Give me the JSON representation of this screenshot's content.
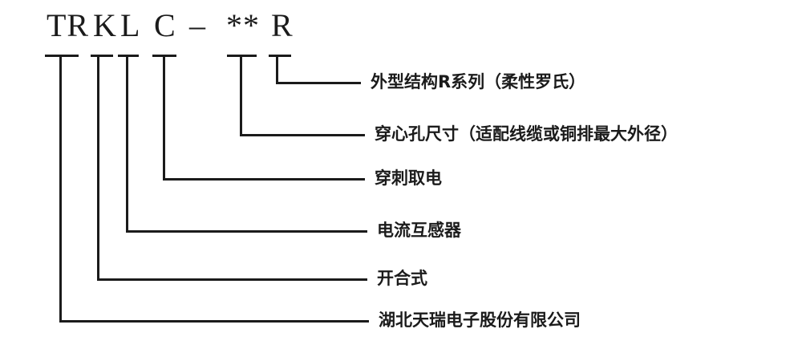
{
  "code": {
    "tr": "TR",
    "k": "K",
    "l": "L",
    "c": "C",
    "dash": "–",
    "stars": "**",
    "r": "R"
  },
  "labels": {
    "r_series": "外型结构R系列（柔性罗氏）",
    "hole_size": "穿心孔尺寸（适配线缆或铜排最大外径）",
    "piercing": "穿刺取电",
    "ct": "电流互感器",
    "split_core": "开合式",
    "company": "湖北天瑞电子股份有限公司"
  }
}
